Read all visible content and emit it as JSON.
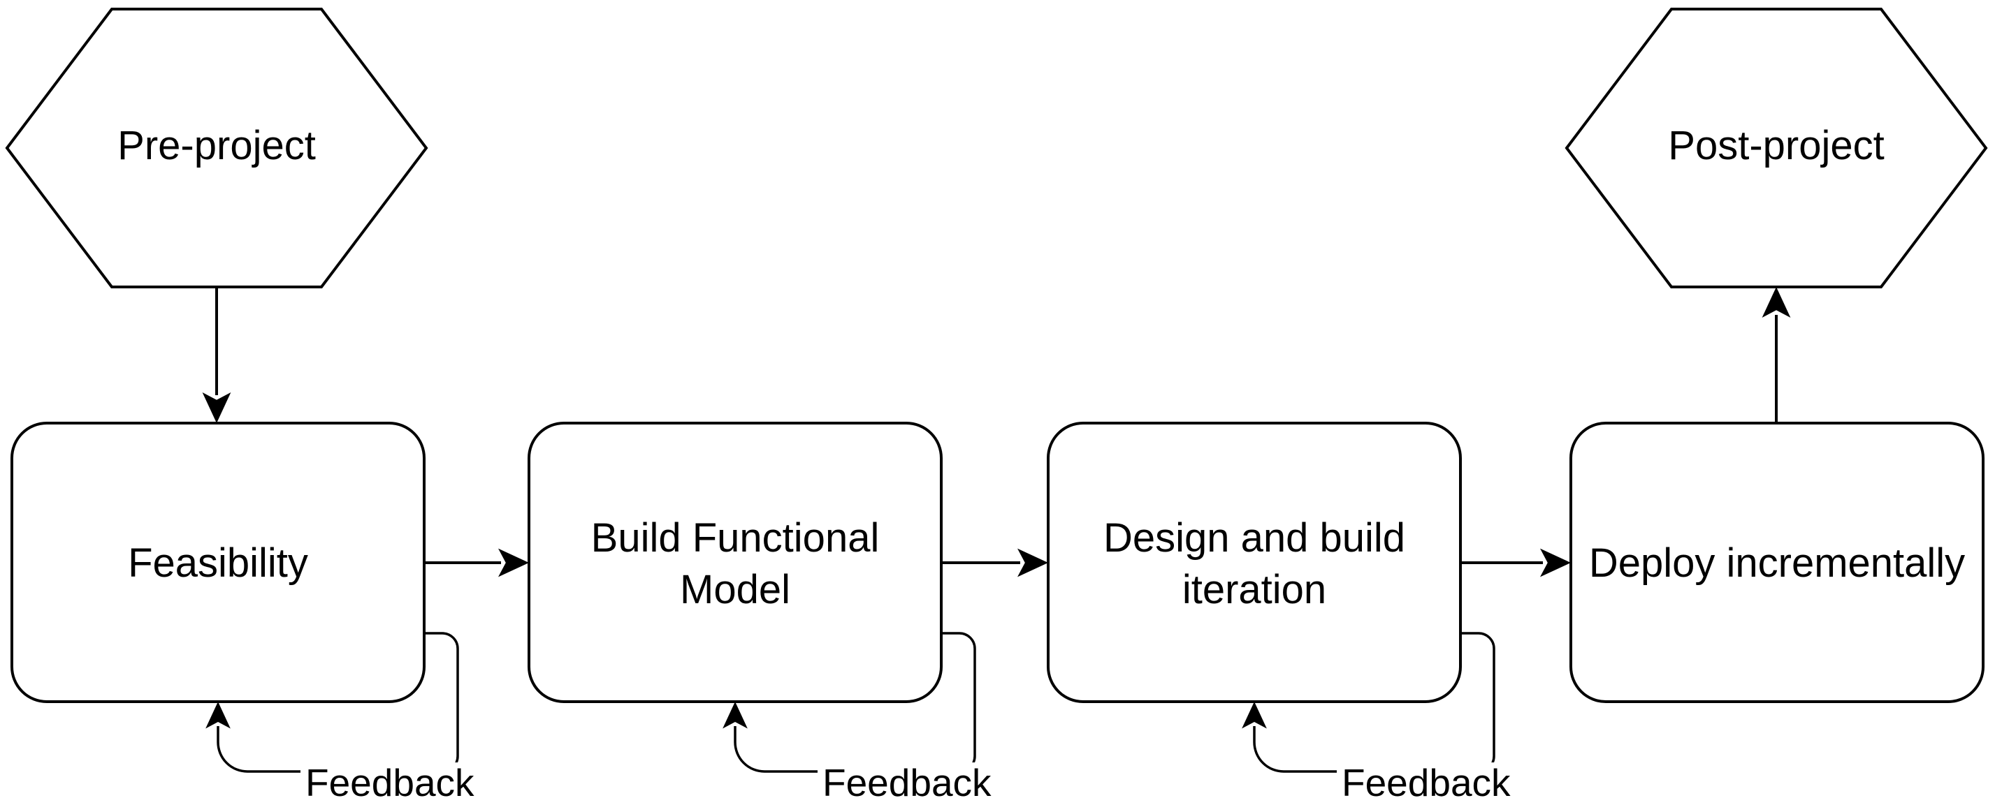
{
  "diagram": {
    "background_color": "#ffffff",
    "stroke_color": "#000000",
    "text_color": "#000000",
    "nodes": [
      {
        "id": "pre-project",
        "shape": "hexagon",
        "label": "Pre-project"
      },
      {
        "id": "feasibility",
        "shape": "rounded-rectangle",
        "label": "Feasibility"
      },
      {
        "id": "build-functional-model",
        "shape": "rounded-rectangle",
        "label": "Build Functional Model",
        "lines": [
          "Build Functional",
          "Model"
        ]
      },
      {
        "id": "design-and-build-iteration",
        "shape": "rounded-rectangle",
        "label": "Design and build iteration",
        "lines": [
          "Design and build",
          "iteration"
        ]
      },
      {
        "id": "deploy-incrementally",
        "shape": "rounded-rectangle",
        "label": "Deploy incrementally"
      },
      {
        "id": "post-project",
        "shape": "hexagon",
        "label": "Post-project"
      }
    ],
    "edges": [
      {
        "from": "pre-project",
        "to": "feasibility",
        "type": "arrow"
      },
      {
        "from": "feasibility",
        "to": "build-functional-model",
        "type": "arrow"
      },
      {
        "from": "build-functional-model",
        "to": "design-and-build-iteration",
        "type": "arrow"
      },
      {
        "from": "design-and-build-iteration",
        "to": "deploy-incrementally",
        "type": "arrow"
      },
      {
        "from": "deploy-incrementally",
        "to": "post-project",
        "type": "arrow"
      },
      {
        "on": "feasibility",
        "type": "feedback-loop",
        "label": "Feedback"
      },
      {
        "on": "build-functional-model",
        "type": "feedback-loop",
        "label": "Feedback"
      },
      {
        "on": "design-and-build-iteration",
        "type": "feedback-loop",
        "label": "Feedback"
      }
    ]
  }
}
